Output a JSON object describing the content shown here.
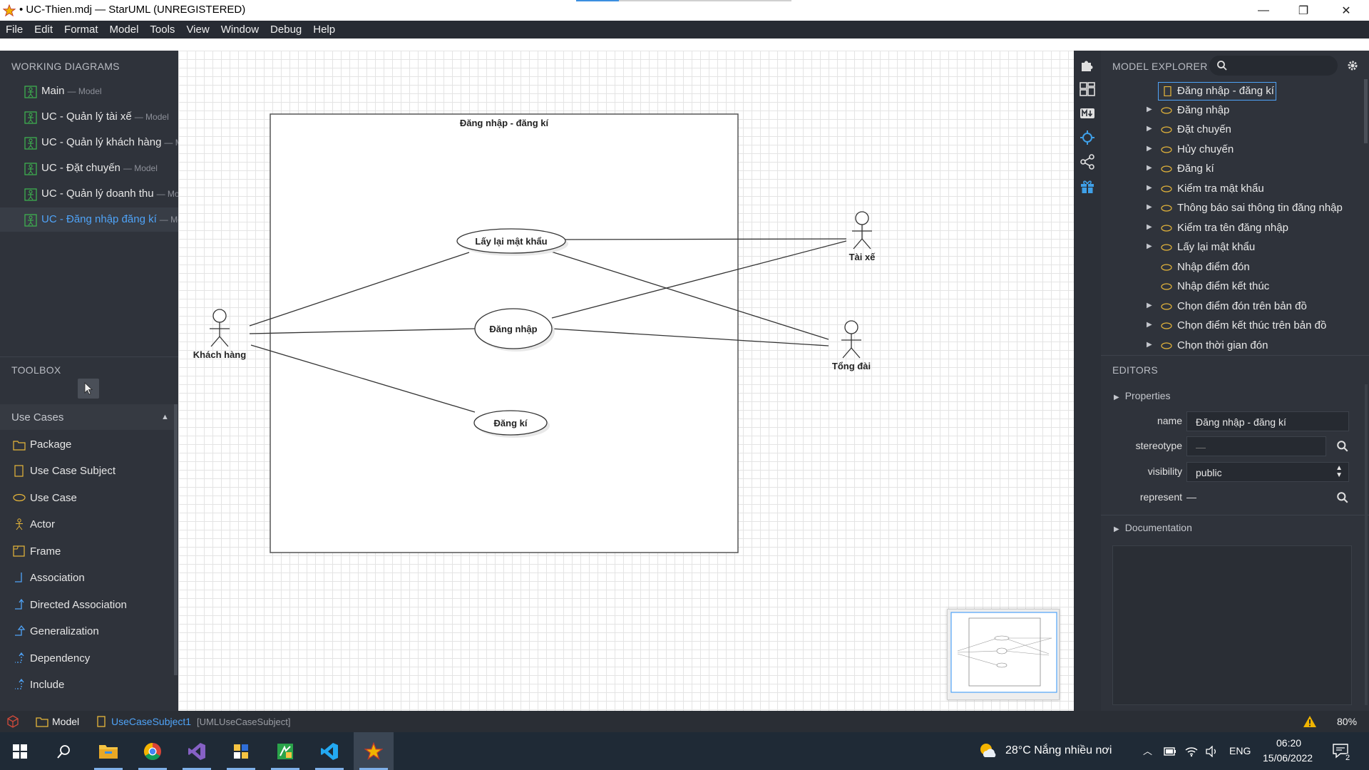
{
  "window": {
    "title": "• UC-Thien.mdj — StarUML (UNREGISTERED)",
    "minimize_glyph": "—",
    "maximize_glyph": "❐",
    "close_glyph": "✕"
  },
  "menu": [
    "File",
    "Edit",
    "Format",
    "Model",
    "Tools",
    "View",
    "Window",
    "Debug",
    "Help"
  ],
  "working_diagrams": {
    "title": "WORKING DIAGRAMS",
    "items": [
      {
        "name": "Main",
        "model": "— Model",
        "active": false
      },
      {
        "name": "UC - Quản lý tài xế",
        "model": "— Model",
        "active": false
      },
      {
        "name": "UC - Quản lý khách hàng",
        "model": "— M",
        "active": false
      },
      {
        "name": "UC - Đặt chuyến",
        "model": "— Model",
        "active": false
      },
      {
        "name": "UC - Quản lý doanh thu",
        "model": "— Mo",
        "active": false
      },
      {
        "name": "UC - Đăng nhập đăng kí",
        "model": "— Mo",
        "active": true
      }
    ]
  },
  "toolbox": {
    "title": "TOOLBOX",
    "section": "Use Cases",
    "items": [
      {
        "label": "Package",
        "icon": "package-icon"
      },
      {
        "label": "Use Case Subject",
        "icon": "subject-icon"
      },
      {
        "label": "Use Case",
        "icon": "usecase-icon"
      },
      {
        "label": "Actor",
        "icon": "actor-icon"
      },
      {
        "label": "Frame",
        "icon": "frame-icon"
      },
      {
        "label": "Association",
        "icon": "association-icon"
      },
      {
        "label": "Directed Association",
        "icon": "directed-association-icon"
      },
      {
        "label": "Generalization",
        "icon": "generalization-icon"
      },
      {
        "label": "Dependency",
        "icon": "dependency-icon"
      },
      {
        "label": "Include",
        "icon": "include-icon"
      }
    ]
  },
  "diagram": {
    "subject_title": "Đăng nhập - đăng kí",
    "use_cases": [
      "Lấy lại mật khẩu",
      "Đăng nhập",
      "Đăng kí"
    ],
    "actors": [
      "Khách hàng",
      "Tài xế",
      "Tổng đài"
    ]
  },
  "model_explorer": {
    "title": "MODEL EXPLORER",
    "search_placeholder": "",
    "items": [
      {
        "label": "Đăng nhập - đăng kí",
        "type": "subject",
        "expandable": false,
        "selected": true
      },
      {
        "label": "Đăng nhập",
        "type": "usecase",
        "expandable": true
      },
      {
        "label": "Đặt chuyến",
        "type": "usecase",
        "expandable": true
      },
      {
        "label": "Hủy chuyến",
        "type": "usecase",
        "expandable": true
      },
      {
        "label": "Đăng kí",
        "type": "usecase",
        "expandable": true
      },
      {
        "label": "Kiểm tra mật khẩu",
        "type": "usecase",
        "expandable": true
      },
      {
        "label": "Thông báo sai thông tin đăng nhập",
        "type": "usecase",
        "expandable": true
      },
      {
        "label": "Kiểm tra tên đăng nhập",
        "type": "usecase",
        "expandable": true
      },
      {
        "label": "Lấy lại mật khẩu",
        "type": "usecase",
        "expandable": true
      },
      {
        "label": "Nhập điểm đón",
        "type": "usecase",
        "expandable": false
      },
      {
        "label": "Nhập điểm kết thúc",
        "type": "usecase",
        "expandable": false
      },
      {
        "label": "Chọn điểm đón trên bản đồ",
        "type": "usecase",
        "expandable": true
      },
      {
        "label": "Chọn điểm kết thúc trên bản đồ",
        "type": "usecase",
        "expandable": true
      },
      {
        "label": "Chọn thời gian đón",
        "type": "usecase",
        "expandable": true
      }
    ]
  },
  "editors": {
    "title": "EDITORS",
    "properties_label": "Properties",
    "fields": {
      "name_label": "name",
      "name_value": "Đăng nhập - đăng kí",
      "stereotype_label": "stereotype",
      "stereotype_value": "—",
      "visibility_label": "visibility",
      "visibility_value": "public",
      "represent_label": "represent",
      "represent_value": "—"
    },
    "documentation_label": "Documentation"
  },
  "statusbar": {
    "model": "Model",
    "element_name": "UseCaseSubject1",
    "element_type": "[UMLUseCaseSubject]",
    "zoom": "80%"
  },
  "taskbar": {
    "apps": [
      "start-icon",
      "search-icon",
      "file-explorer-icon",
      "chrome-icon",
      "visual-studio-icon",
      "app-icon",
      "app-icon-2",
      "vscode-icon",
      "staruml-icon"
    ],
    "weather": "28°C  Nắng nhiều nơi",
    "language": "ENG",
    "time": "06:20",
    "date": "15/06/2022",
    "notification_count": "2"
  },
  "colors": {
    "panel_bg": "#2f333b",
    "accent": "#4fa3f7",
    "toolbar_icon": "#3fa0e8"
  }
}
